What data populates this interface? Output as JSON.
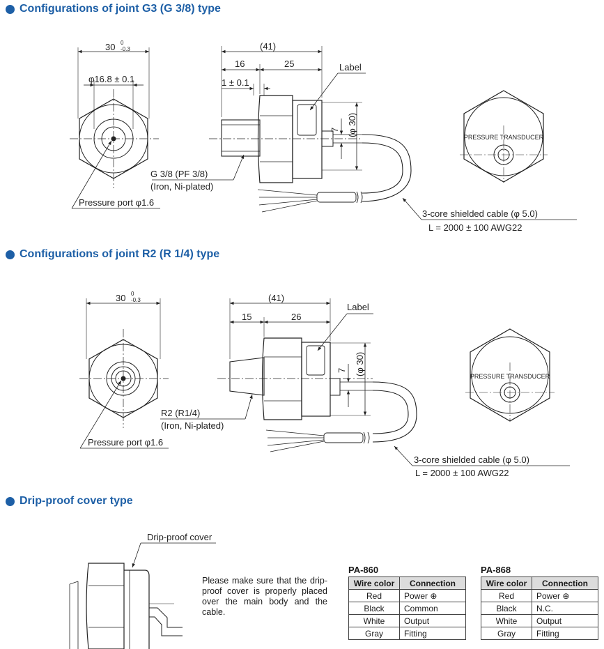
{
  "sections": [
    {
      "title": "Configurations of joint G3 (G 3/8) type"
    },
    {
      "title": "Configurations of joint R2 (R 1/4) type"
    },
    {
      "title": "Drip-proof cover type"
    }
  ],
  "g3": {
    "dim_hex": "30",
    "tol_upper": "0",
    "tol_lower": "-0.3",
    "dim_bore": "φ16.8 ± 0.1",
    "dim_total": "(41)",
    "dim_a": "16",
    "dim_b": "25",
    "dim_c": "1 ± 0.1",
    "label": "Label",
    "dim_7": "7",
    "dim_dia": "(φ 30)",
    "thread": "G 3/8 (PF 3/8)",
    "material": "(Iron, Ni-plated)",
    "port": "Pressure port  φ1.6",
    "cable": "3-core shielded cable (φ 5.0)",
    "length": "L = 2000 ± 100  AWG22",
    "face_text": "PRESSURE TRANSDUCER"
  },
  "r2": {
    "dim_hex": "30",
    "tol_upper": "0",
    "tol_lower": "-0.3",
    "dim_total": "(41)",
    "dim_a": "15",
    "dim_b": "26",
    "label": "Label",
    "dim_7": "7",
    "dim_dia": "(φ 30)",
    "thread": "R2 (R1/4)",
    "material": "(Iron, Ni-plated)",
    "port": "Pressure port  φ1.6",
    "cable": "3-core shielded cable (φ 5.0)",
    "length": "L = 2000 ± 100  AWG22",
    "face_text": "PRESSURE TRANSDUCER"
  },
  "drip": {
    "label": "Drip-proof cover",
    "note": "Please make sure that the drip-proof cover is properly placed over the main body and the cable."
  },
  "tables": [
    {
      "title": "PA-860",
      "headers": [
        "Wire color",
        "Connection"
      ],
      "rows": [
        [
          "Red",
          "Power ⊕"
        ],
        [
          "Black",
          "Common"
        ],
        [
          "White",
          "Output"
        ],
        [
          "Gray",
          "Fitting"
        ]
      ]
    },
    {
      "title": "PA-868",
      "headers": [
        "Wire color",
        "Connection"
      ],
      "rows": [
        [
          "Red",
          "Power ⊕"
        ],
        [
          "Black",
          "N.C."
        ],
        [
          "White",
          "Output"
        ],
        [
          "Gray",
          "Fitting"
        ]
      ]
    }
  ],
  "colors": {
    "accent": "#1d5fa6",
    "line": "#222222",
    "header_bg": "#dcdcdc"
  }
}
